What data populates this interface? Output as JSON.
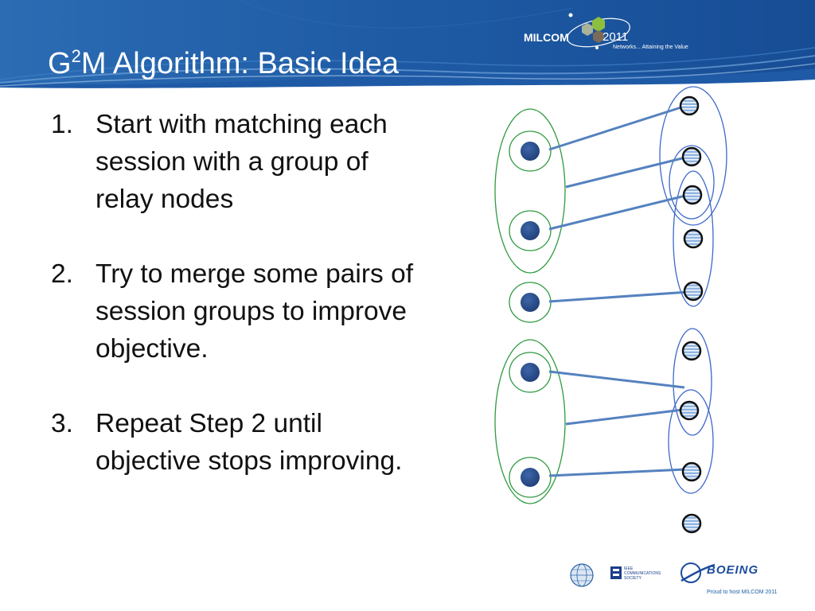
{
  "slide": {
    "title_main": "G",
    "title_sup": "2",
    "title_rest": "M Algorithm: Basic Idea"
  },
  "header_logo": {
    "name": "MILCOM",
    "year": "2011",
    "tagline": "Networks... Attaining the Value"
  },
  "steps": [
    {
      "number": "1.",
      "text": "Start with matching each session with a group of relay nodes"
    },
    {
      "number": "2.",
      "text": "Try to merge some pairs of session groups to improve objective."
    },
    {
      "number": "3.",
      "text": "Repeat Step 2 until objective stops improving."
    }
  ],
  "footer": {
    "ieee_lines": [
      "IEEE",
      "COMMUNICATIONS",
      "SOCIETY"
    ],
    "boeing": "BOEING",
    "note": "Proud to host MILCOM 2011"
  },
  "colors": {
    "header_blue": "#1f5aa6",
    "session_node": "#274b8c",
    "relay_fill": "#8eb3e0",
    "link_line": "#5582bf",
    "session_group_border": "#2e9a40",
    "relay_group_border": "#3d68c9"
  }
}
